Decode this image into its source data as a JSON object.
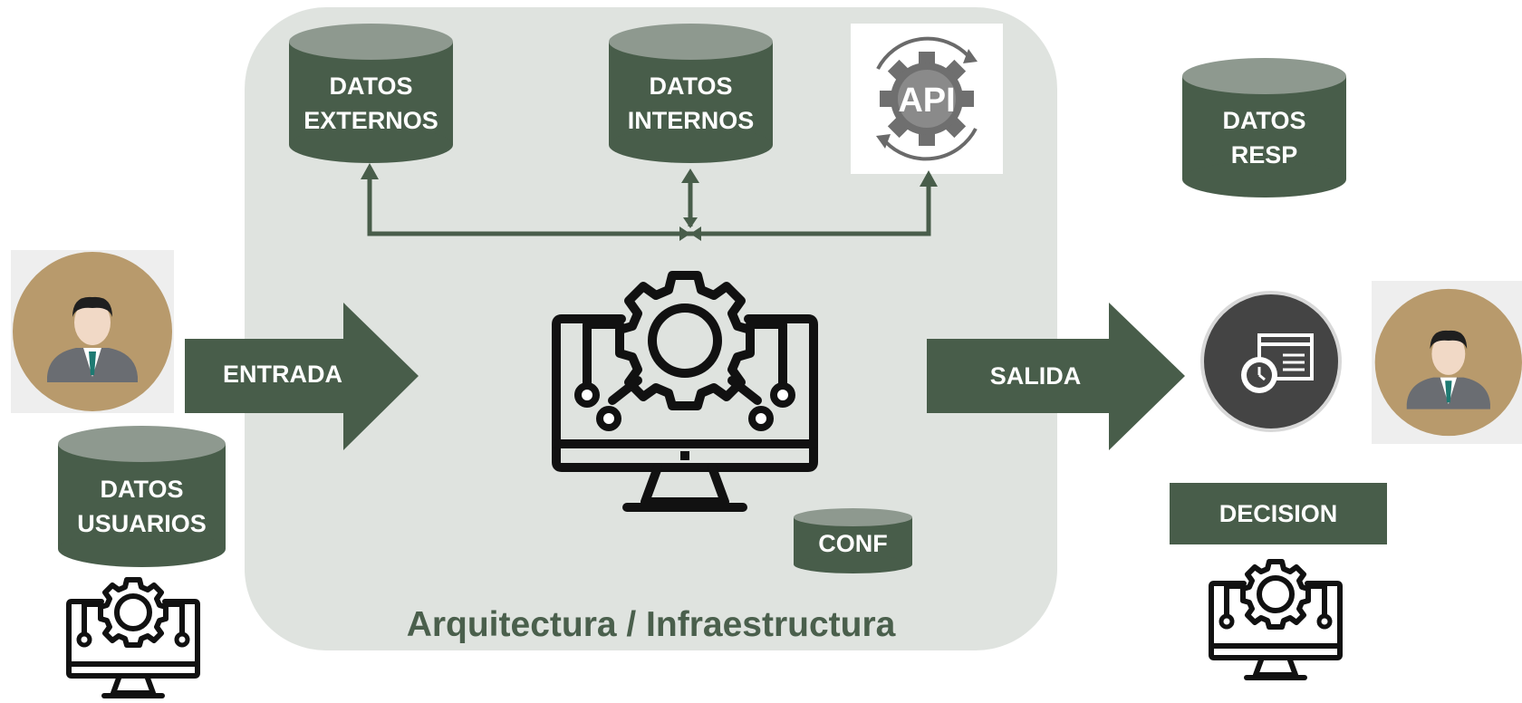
{
  "infrastructure": {
    "label": "Arquitectura / Infraestructura"
  },
  "databases": {
    "externos": {
      "label": "DATOS\nEXTERNOS"
    },
    "internos": {
      "label": "DATOS\nINTERNOS"
    },
    "resp": {
      "label": "DATOS\nRESP"
    },
    "usuarios": {
      "label": "DATOS\nUSUARIOS"
    },
    "conf": {
      "label": "CONF"
    }
  },
  "api": {
    "label": "API"
  },
  "arrows": {
    "entrada": "ENTRADA",
    "salida": "SALIDA"
  },
  "decision": {
    "label": "DECISION"
  },
  "colors": {
    "dark_green": "#485d4a",
    "cylinder_top": "#8e998f",
    "panel": "#dfe3df",
    "avatar_bg": "#b89a6c"
  },
  "icons": [
    "user-avatar-icon",
    "computer-gear-circuit-icon",
    "api-gear-icon",
    "app-settings-icon"
  ]
}
